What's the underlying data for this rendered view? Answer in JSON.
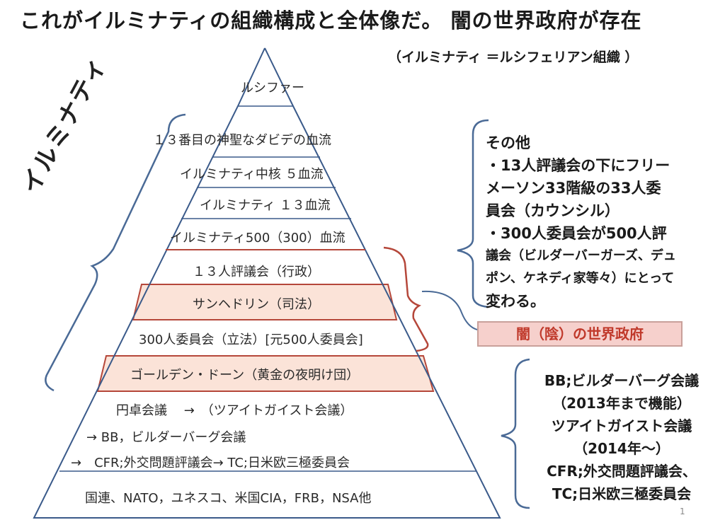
{
  "title": "これがイルミナティの組織構成と全体像だ。 闇の世界政府が存在",
  "subtitle": "（イルミナティ ＝ルシフェリアン組織 ）",
  "side_label": "イルミナティ",
  "pyramid": {
    "apex": "ルシファー",
    "levels": [
      "１３番目の神聖なダビデの血流",
      "イルミナティ中核 ５血流",
      "イルミナティ １３血流",
      "イルミナティ500（300）血流",
      "１３人評議会（行政）",
      "サンヘドリン（司法）",
      "300人委員会（立法）[元500人委員会]",
      "ゴールデン・ドーン（黄金の夜明け団）"
    ],
    "bottom_lines": [
      "円卓会議　 →　（ツアイトガイスト会議）",
      "→ BB，ビルダーバーグ会議",
      "→　CFR;外交問題評議会→ TC;日米欧三極委員会"
    ],
    "base": "国連、NATO，ユネスコ、米国CIA，FRB，NSA他"
  },
  "right_note": {
    "heading": "その他",
    "lines": [
      "・13人評議会の下にフリー",
      "メーソン33階級の33人委",
      "員会（カウンシル）",
      "・300人委員会が500人評",
      "議会（ビルダーバーガーズ、デュ",
      "ポン、ケネディ家等々）にとって",
      "変わる。"
    ]
  },
  "shadow_government": "闇（陰）の世界政府",
  "bottom_note": {
    "lines": [
      "BB;ビルダーバーグ会議",
      "（2013年まで機能）",
      "ツアイトガイスト会議",
      "（2014年～）",
      "CFR;外交問題評議会、",
      "TC;日米欧三極委員会"
    ]
  },
  "page_number": "1",
  "colors": {
    "highlight_fill": "#fbe3d8",
    "highlight_border": "#b5473a",
    "bracket_blue": "#4a6a96",
    "bracket_red": "#b5473a"
  }
}
